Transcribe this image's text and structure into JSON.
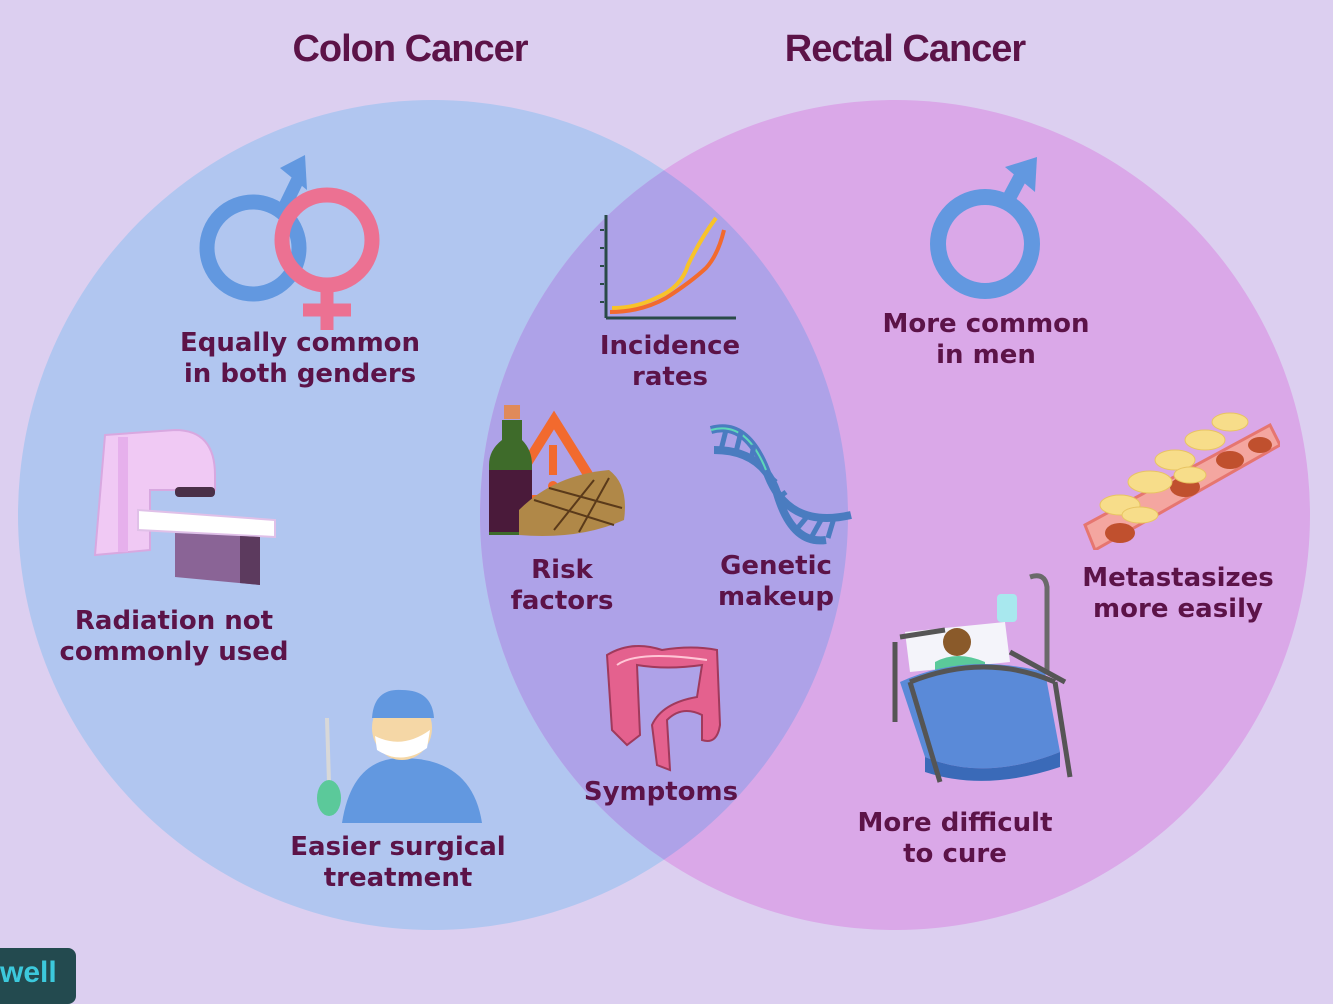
{
  "titles": {
    "left": "Colon Cancer",
    "right": "Rectal Cancer"
  },
  "colors": {
    "background": "#dccff0",
    "left_circle": "#b1c6f0",
    "right_circle": "#daa8e8",
    "overlap": "#aea2e8",
    "text": "#5c1348",
    "male_symbol": "#6298e0",
    "female_symbol": "#ec7192"
  },
  "colon_only": [
    {
      "icon": "gender-symbols-icon",
      "line1": "Equally common",
      "line2": "in both genders"
    },
    {
      "icon": "radiation-machine-icon",
      "line1": "Radiation not",
      "line2": "commonly used"
    },
    {
      "icon": "surgeon-icon",
      "line1": "Easier surgical",
      "line2": "treatment"
    }
  ],
  "shared": [
    {
      "icon": "line-chart-icon",
      "line1": "Incidence",
      "line2": "rates"
    },
    {
      "icon": "risk-factors-icon",
      "line1": "Risk",
      "line2": "factors"
    },
    {
      "icon": "dna-icon",
      "line1": "Genetic",
      "line2": "makeup"
    },
    {
      "icon": "colon-icon",
      "line1": "Symptoms",
      "line2": ""
    }
  ],
  "rectal_only": [
    {
      "icon": "male-symbol-icon",
      "line1": "More common",
      "line2": "in men"
    },
    {
      "icon": "blood-vessel-icon",
      "line1": "Metastasizes",
      "line2": "more easily"
    },
    {
      "icon": "hospital-bed-icon",
      "line1": "More difficult",
      "line2": "to cure"
    }
  ],
  "brand": {
    "logo_text": "well"
  }
}
